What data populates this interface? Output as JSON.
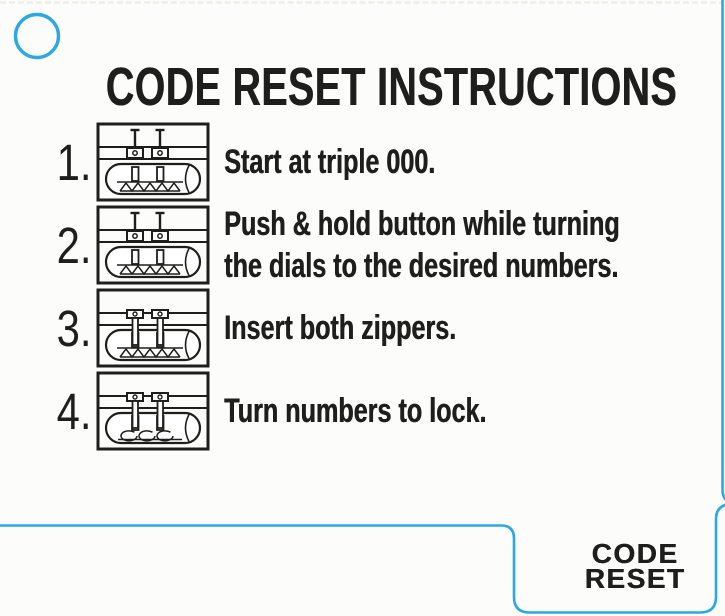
{
  "document": {
    "kind": "lock instruction card",
    "accent_color": "#2BA9E0",
    "ink_color": "#1E1E1C",
    "background_color": "#FCFCFA"
  },
  "title": "CODE RESET INSTRUCTIONS",
  "steps": [
    {
      "number": "1.",
      "lines": [
        "Start at triple 000."
      ],
      "icon": "lock-diagram-zippers-out"
    },
    {
      "number": "2.",
      "lines": [
        "Push & hold button while turning",
        "the dials to the desired numbers."
      ],
      "icon": "lock-diagram-zippers-out"
    },
    {
      "number": "3.",
      "lines": [
        "Insert both zippers."
      ],
      "icon": "lock-diagram-zippers-inserted"
    },
    {
      "number": "4.",
      "lines": [
        "Turn numbers to lock."
      ],
      "icon": "lock-diagram-turn-dials"
    }
  ],
  "footer_tab": {
    "line1": "CODE",
    "line2": "RESET"
  }
}
